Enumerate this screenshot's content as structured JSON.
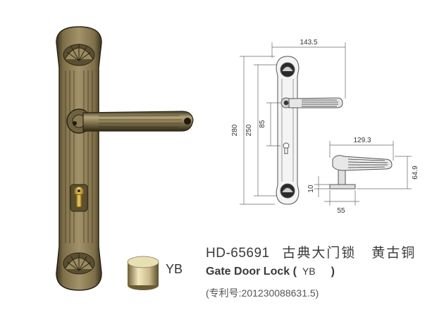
{
  "product": {
    "model": "HD-65691",
    "name_cn": "古典大门锁",
    "finish_cn": "黄古铜",
    "name_en": "Gate Door Lock (",
    "finish_code_inline": "YB",
    "name_en_close": ")",
    "patent": "(专利号:201230088631.5)"
  },
  "swatch": {
    "code": "YB",
    "color": "#c9b98a"
  },
  "dimensions": {
    "width_total": "143.5",
    "height_total": "280",
    "height_plate": "250",
    "spindle_to_cylinder": "85",
    "handle_length": "129.3",
    "handle_depth": "64.9",
    "rose_height": "10",
    "rose_width": "55"
  },
  "colors": {
    "bronze_dark": "#4a4128",
    "bronze_mid": "#8a7a52",
    "bronze_light": "#c8b98a",
    "brass": "#d9b84a",
    "line": "#555555"
  }
}
